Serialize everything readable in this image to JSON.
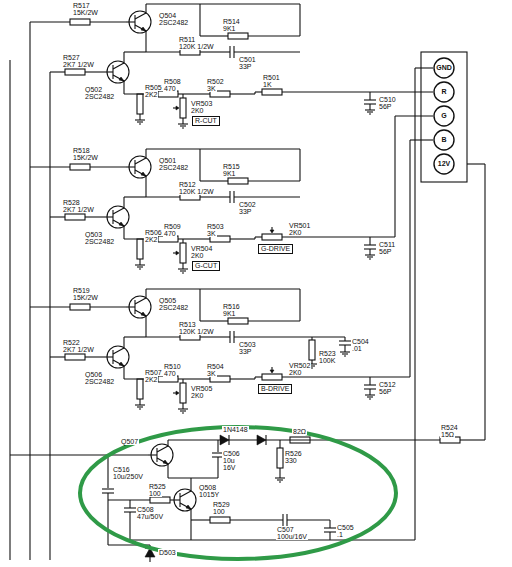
{
  "diagram": {
    "nodes": [
      {
        "text": [
          "GND"
        ]
      },
      {
        "text": [
          "R"
        ]
      },
      {
        "text": [
          "G"
        ]
      },
      {
        "text": [
          "B"
        ]
      },
      {
        "text": [
          "12V"
        ]
      }
    ],
    "labels": [
      "R517",
      "15K/2W",
      "Q504",
      "2SC2482",
      "R514",
      "9K1",
      "R527",
      "2K7 1/2W",
      "R511",
      "120K 1/2W",
      "C501",
      "33P",
      "Q502",
      "2SC2482",
      "R508",
      "470",
      "R501",
      "1K",
      "R505",
      "2K2",
      "R502",
      "3K",
      "VR503",
      "2K0",
      "R-CUT",
      "C510",
      "56P",
      "R518",
      "15K/2W",
      "Q501",
      "2SC2482",
      "R515",
      "9K1",
      "R528",
      "2K7 1/2W",
      "R512",
      "120K 1/2W",
      "C502",
      "33P",
      "Q503",
      "2SC2482",
      "R509",
      "470",
      "VR501",
      "2K0",
      "G-DRIVE",
      "R506",
      "2K2",
      "R503",
      "3K",
      "C511",
      "56P",
      "VR504",
      "2K0",
      "G-CUT",
      "R519",
      "15K/2W",
      "Q505",
      "2SC2482",
      "R516",
      "9K1",
      "R522",
      "2K7 1/2W",
      "R513",
      "120K 1/2W",
      "C503",
      "33P",
      "R523",
      "100K",
      "C504",
      ".01",
      "Q506",
      "2SC2482",
      "R510",
      "470",
      "VR502",
      "2K0",
      "B-DRIVE",
      "R507",
      "2K2",
      "R504",
      "3K",
      "C512",
      "56P",
      "VR505",
      "2K0",
      "Q507",
      "1N4148",
      "82Ω",
      "R524",
      "15Ω",
      "C506",
      "10u",
      "16V",
      "R526",
      "330",
      "C516",
      "10u/250V",
      "R525",
      "100",
      "Q508",
      "1015Y",
      "C508",
      "47u/50V",
      "R529",
      "100",
      "C507",
      "100u/16V",
      "C505",
      ".1",
      "D503"
    ]
  }
}
